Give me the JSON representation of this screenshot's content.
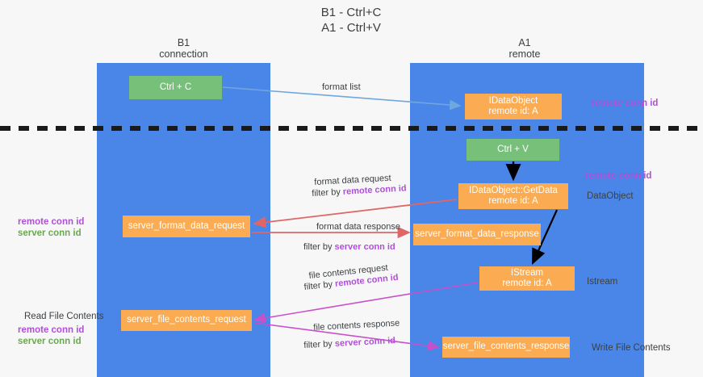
{
  "diagram": {
    "title": "B1 - Ctrl+C\nA1 - Ctrl+V",
    "lanes": [
      {
        "id": "b1",
        "header": "B1\nconnection",
        "color": "#4a86e8"
      },
      {
        "id": "a1",
        "header": "A1\nremote",
        "color": "#4a86e8"
      }
    ],
    "colors": {
      "lane": "#4a86e8",
      "green_node": "#77c07a",
      "orange_node": "#fbab52",
      "purple_text": "#b14fd8",
      "green_text": "#6aa84f",
      "blue_arrow": "#6fa8dc",
      "red_arrow": "#e06666",
      "black_arrow": "#000000",
      "magenta_arrow": "#c850c8",
      "divider": "#000000"
    },
    "nodes": [
      {
        "id": "ctrl-c",
        "label": "Ctrl + C",
        "sub": "",
        "style": "green",
        "lane": "b1"
      },
      {
        "id": "idataobject",
        "label": "IDataObject",
        "sub": "remote id: A",
        "style": "orange",
        "lane": "a1"
      },
      {
        "id": "ctrl-v",
        "label": "Ctrl + V",
        "sub": "",
        "style": "green",
        "lane": "a1"
      },
      {
        "id": "getdata",
        "label": "IDataObject::GetData",
        "sub": "remote id: A",
        "style": "orange",
        "lane": "a1"
      },
      {
        "id": "server-format-data-request",
        "label": "server_format_data_request",
        "sub": "",
        "style": "orange",
        "lane": "b1"
      },
      {
        "id": "server-format-data-response",
        "label": "server_format_data_response",
        "sub": "",
        "style": "orange",
        "lane": "a1"
      },
      {
        "id": "istream",
        "label": "IStream",
        "sub": "remote id: A",
        "style": "orange",
        "lane": "a1"
      },
      {
        "id": "server-file-contents-request",
        "label": "server_file_contents_request",
        "sub": "",
        "style": "orange",
        "lane": "b1"
      },
      {
        "id": "server-file-contents-response",
        "label": "server_file_contents_response",
        "sub": "",
        "style": "orange",
        "lane": "a1"
      }
    ],
    "edge_labels": {
      "format_list": "format list",
      "format_data_request": "format data request",
      "format_data_request_filter_prefix": "filter by ",
      "format_data_request_filter_key": "remote conn id",
      "format_data_response": "format data response",
      "format_data_response_filter_prefix": "filter by ",
      "format_data_response_filter_key": "server conn id",
      "file_contents_request": "file contents request",
      "file_contents_request_filter_prefix": "filter by ",
      "file_contents_request_filter_key": "remote conn id",
      "file_contents_response": "file contents response",
      "file_contents_response_filter_prefix": "filter by ",
      "file_contents_response_filter_key": "server conn id"
    },
    "right_labels": {
      "remote_conn_id_1": "remote conn id",
      "remote_conn_id_2": "remote conn id",
      "dataobject": "DataObject",
      "istream": "Istream",
      "write_file_contents": "Write File Contents"
    },
    "left_labels": {
      "remote_conn_id_a": "remote conn id",
      "server_conn_id_a": "server conn id",
      "read_file_contents": "Read File Contents",
      "remote_conn_id_b": "remote conn id",
      "server_conn_id_b": "server conn id"
    }
  }
}
